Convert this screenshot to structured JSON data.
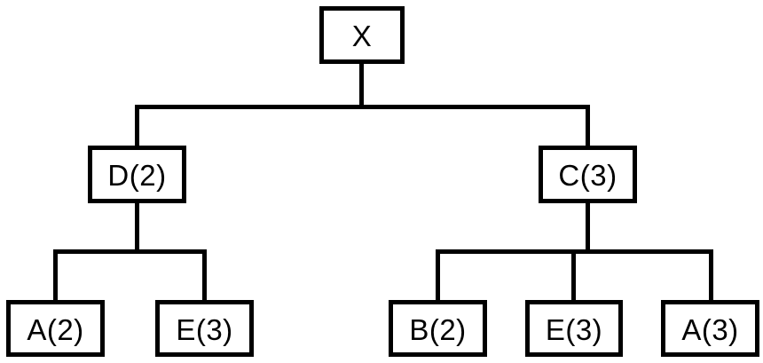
{
  "diagram": {
    "type": "tree",
    "background_color": "#ffffff",
    "line_color": "#000000",
    "node_border_color": "#000000",
    "node_fill_color": "#ffffff",
    "nodes": {
      "root": {
        "label": "X"
      },
      "d2": {
        "label": "D(2)"
      },
      "c3": {
        "label": "C(3)"
      },
      "a2": {
        "label": "A(2)"
      },
      "e3_left": {
        "label": "E(3)"
      },
      "b2": {
        "label": "B(2)"
      },
      "e3_right": {
        "label": "E(3)"
      },
      "a3": {
        "label": "A(3)"
      }
    },
    "edges": [
      {
        "from": "X",
        "to": "D(2)"
      },
      {
        "from": "X",
        "to": "C(3)"
      },
      {
        "from": "D(2)",
        "to": "A(2)"
      },
      {
        "from": "D(2)",
        "to": "E(3)"
      },
      {
        "from": "C(3)",
        "to": "B(2)"
      },
      {
        "from": "C(3)",
        "to": "E(3)"
      },
      {
        "from": "C(3)",
        "to": "A(3)"
      }
    ]
  }
}
